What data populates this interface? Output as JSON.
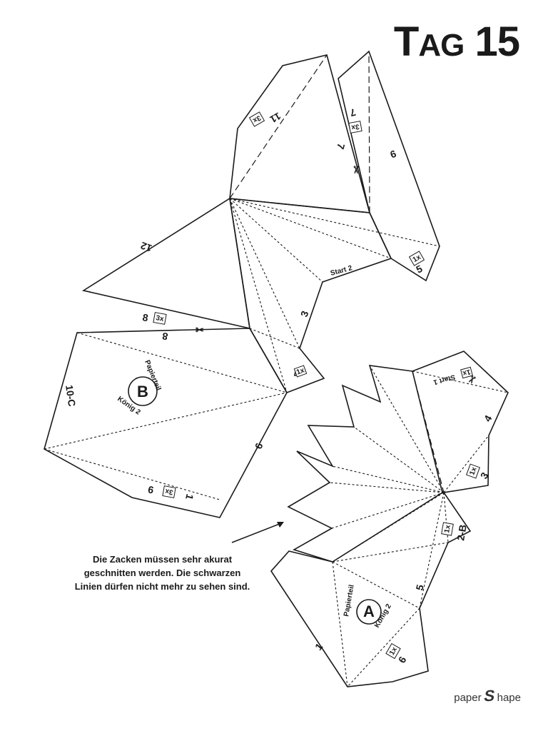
{
  "header": {
    "title_prefix": "T",
    "title_small": "AG",
    "title_number": "15"
  },
  "note": "Die Zacken müssen sehr akurat geschnitten werden. Die schwarzen Linien dürfen nicht mehr zu sehen sind.",
  "logo": {
    "left": "paper",
    "mark": "S",
    "right": "hape"
  },
  "part_b": {
    "part_label": "Papierteil",
    "letter": "B",
    "sub_label": "König 2",
    "edge_labels": {
      "e12": "12",
      "e11": "11",
      "e7": "7",
      "e9a": "9",
      "start2": "Start 2",
      "e5": "5",
      "e3": "3",
      "e8a": "8",
      "e8b": "8",
      "e4": "4",
      "e10c": "10-C",
      "e9b": "9",
      "e6": "6",
      "e1": "1"
    },
    "multipliers": {
      "m11": "3x",
      "m7": "3x",
      "m5": "1x",
      "m8": "3x",
      "m4": "1x",
      "m6": "3x"
    }
  },
  "part_a": {
    "part_label": "Papierteil",
    "letter": "A",
    "sub_label": "König 2",
    "edge_labels": {
      "start1": "Start 1",
      "e4": "4",
      "e3": "3",
      "e2b": "2-B",
      "e5": "5",
      "e1": "1",
      "e6": "6"
    },
    "multipliers": {
      "m1": "1x",
      "m3": "1x",
      "m2b": "1x",
      "m6": "1x"
    }
  },
  "icons": {
    "scissors_b1": "scissors-icon",
    "scissors_b2": "scissors-icon",
    "scissors_a": "scissors-icon",
    "arrow": "arrow-icon"
  }
}
